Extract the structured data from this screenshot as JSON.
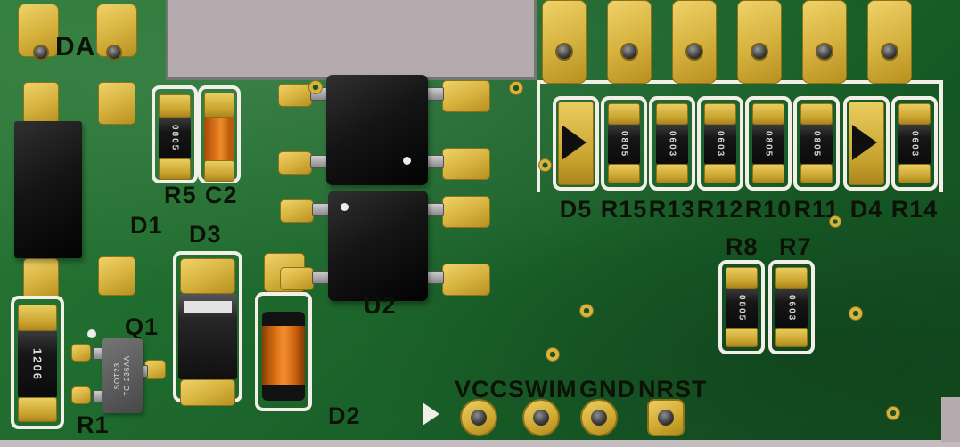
{
  "colors": {
    "board_green": "#1f6b2e",
    "pad_gold": "#d9b542",
    "silkscreen_white": "#f2efe7",
    "component_black": "#0b0b0b",
    "capacitor_orange": "#e0761a",
    "background_gray": "#b5aaae",
    "label_ink": "#0d1206"
  },
  "silkscreen": {
    "da": "DA",
    "d1": "D1",
    "r5": "R5",
    "c2": "C2",
    "d3": "D3",
    "q1": "Q1",
    "r1": "R1",
    "d2": "D2",
    "u2": "U2",
    "r8": "R8",
    "r7": "R7"
  },
  "markings": {
    "r5": "0805",
    "r1": "1206",
    "q1_package": "SOT23",
    "q1_type": "TO-236AA",
    "r8": "0805",
    "r7": "0603"
  },
  "component_row": [
    {
      "refdes": "D5",
      "kind": "diode",
      "marking": ""
    },
    {
      "refdes": "R15",
      "kind": "resistor",
      "marking": "0805"
    },
    {
      "refdes": "R13",
      "kind": "resistor",
      "marking": "0603"
    },
    {
      "refdes": "R12",
      "kind": "resistor",
      "marking": "0603"
    },
    {
      "refdes": "R10",
      "kind": "resistor",
      "marking": "0805"
    },
    {
      "refdes": "R11",
      "kind": "resistor",
      "marking": "0805"
    },
    {
      "refdes": "D4",
      "kind": "diode",
      "marking": ""
    },
    {
      "refdes": "R14",
      "kind": "resistor",
      "marking": "0603"
    }
  ],
  "connector": {
    "pins": [
      "VCC",
      "SWIM",
      "GND",
      "NRST"
    ]
  }
}
